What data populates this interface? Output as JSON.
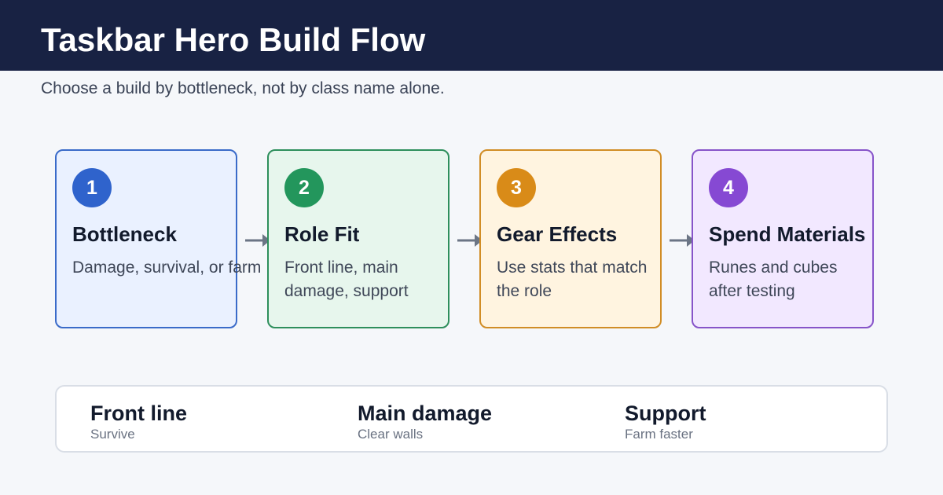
{
  "header": {
    "title": "Taskbar Hero Build Flow",
    "subtitle": "Choose a build by bottleneck, not by class name alone."
  },
  "steps": [
    {
      "number": "1",
      "title": "Bottleneck",
      "description": "Damage, survival, or farm"
    },
    {
      "number": "2",
      "title": "Role Fit",
      "description": "Front line, main damage, support"
    },
    {
      "number": "3",
      "title": "Gear Effects",
      "description": "Use stats that match the role"
    },
    {
      "number": "4",
      "title": "Spend Materials",
      "description": "Runes and cubes after testing"
    }
  ],
  "roles": [
    {
      "title": "Front line",
      "subtitle": "Survive"
    },
    {
      "title": "Main damage",
      "subtitle": "Clear walls"
    },
    {
      "title": "Support",
      "subtitle": "Farm faster"
    }
  ],
  "colors": {
    "header_bg": "#182243",
    "step_1_accent": "#2f63cc",
    "step_2_accent": "#23965c",
    "step_3_accent": "#d98b18",
    "step_4_accent": "#8649d3",
    "arrow": "#6b7585"
  },
  "icons": {
    "connector": "arrow-right-icon"
  }
}
